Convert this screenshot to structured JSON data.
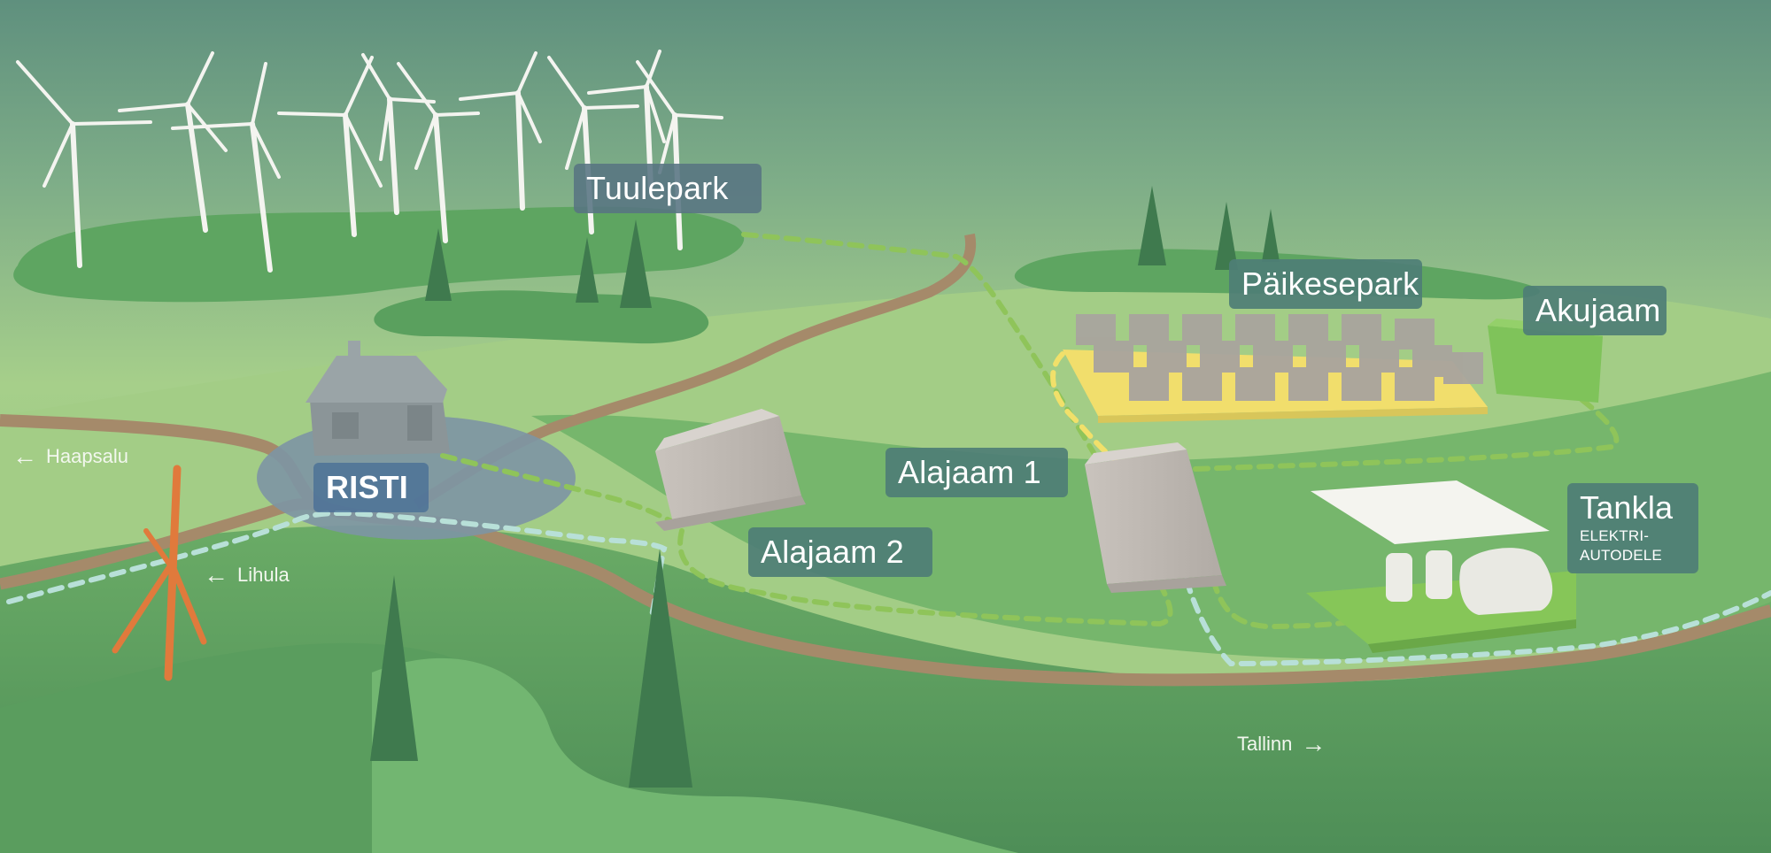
{
  "map": {
    "type": "illustrated energy network map",
    "locations": {
      "tuulepark": {
        "label": "Tuulepark",
        "icon": "wind-turbines"
      },
      "paikesepark": {
        "label": "Päikesepark",
        "icon": "solar-panels"
      },
      "akujaam": {
        "label": "Akujaam",
        "icon": "battery-station"
      },
      "alajaam1": {
        "label": "Alajaam 1",
        "icon": "substation"
      },
      "alajaam2": {
        "label": "Alajaam 2",
        "icon": "substation"
      },
      "risti": {
        "label": "RISTI",
        "icon": "house"
      },
      "tankla": {
        "label": "Tankla",
        "sublabel_line1": "ELEKTRI-",
        "sublabel_line2": "AUTODELE",
        "icon": "ev-charging-station"
      }
    },
    "directions": {
      "haapsalu": {
        "label": "Haapsalu",
        "arrow": "←"
      },
      "lihula": {
        "label": "Lihula",
        "arrow": "←"
      },
      "tallinn": {
        "label": "Tallinn",
        "arrow": "→"
      }
    },
    "colors": {
      "sky_top": "#5f907e",
      "field_light": "#a9d08a",
      "field_mid": "#6fb06a",
      "field_dark": "#4f8f56",
      "road": "#a58a6a",
      "label_slate": "#587482",
      "label_teal": "#4e7e76",
      "label_blue": "#466c96",
      "cable_green": "#8fc45a",
      "cable_cyan": "#b8e0d8",
      "cable_yellow": "#f1e06a",
      "solar_base": "#f1de6c",
      "tree": "#3f7a4e",
      "turbine": "#f4f4f0",
      "orange_tree": "#e07a3c"
    }
  }
}
